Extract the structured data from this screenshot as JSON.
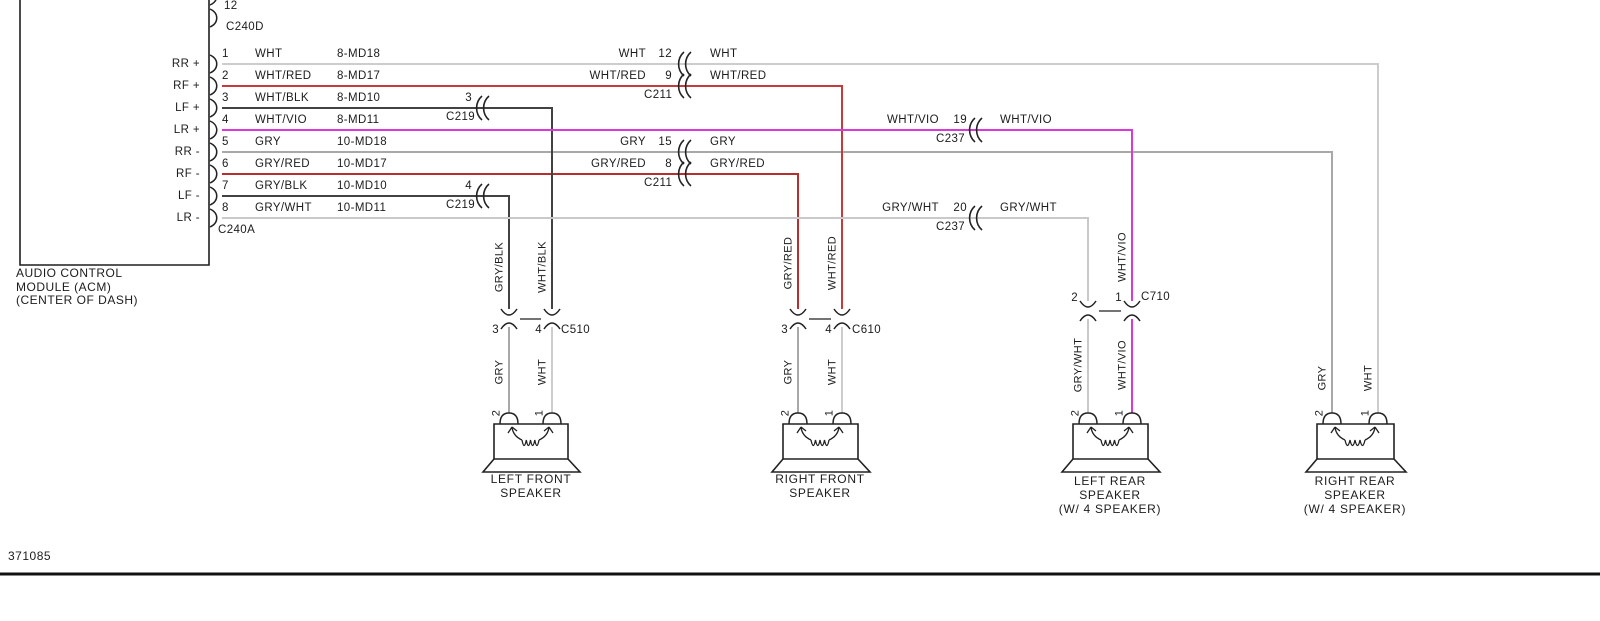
{
  "footer": {
    "code": "371085"
  },
  "wire_colors": {
    "wht": "#cdcdcd",
    "gry": "#a8a8a8",
    "wht_red": "#c53a3a",
    "gry_red": "#b62e2e",
    "wht_blk": "#424242",
    "gry_blk": "#424242",
    "wht_vio": "#d939d9",
    "gry_wht": "#c9c9c9",
    "outline": "#222222"
  },
  "acm": {
    "title": "AUDIO CONTROL\nMODULE (ACM)\n(CENTER OF DASH)",
    "top_pin": "12",
    "top_connector": "C240D",
    "bottom_connector": "C240A",
    "rows": [
      {
        "pin": "1",
        "signal": "RR +",
        "color": "WHT",
        "circuit": "8-MD18"
      },
      {
        "pin": "2",
        "signal": "RF +",
        "color": "WHT/RED",
        "circuit": "8-MD17"
      },
      {
        "pin": "3",
        "signal": "LF +",
        "color": "WHT/BLK",
        "circuit": "8-MD10"
      },
      {
        "pin": "4",
        "signal": "LR +",
        "color": "WHT/VIO",
        "circuit": "8-MD11"
      },
      {
        "pin": "5",
        "signal": "RR -",
        "color": "GRY",
        "circuit": "10-MD18"
      },
      {
        "pin": "6",
        "signal": "RF -",
        "color": "GRY/RED",
        "circuit": "10-MD17"
      },
      {
        "pin": "7",
        "signal": "LF -",
        "color": "GRY/BLK",
        "circuit": "10-MD10"
      },
      {
        "pin": "8",
        "signal": "LR -",
        "color": "GRY/WHT",
        "circuit": "10-MD11"
      }
    ]
  },
  "c211_top": {
    "name": "C211",
    "rows": [
      {
        "left": "WHT",
        "pin": "12",
        "right": "WHT"
      },
      {
        "left": "WHT/RED",
        "pin": "9",
        "right": "WHT/RED"
      }
    ]
  },
  "c211_bottom": {
    "name": "C211",
    "rows": [
      {
        "left": "GRY",
        "pin": "15",
        "right": "GRY"
      },
      {
        "left": "GRY/RED",
        "pin": "8",
        "right": "GRY/RED"
      }
    ]
  },
  "c237_top": {
    "name": "C237",
    "left": "WHT/VIO",
    "pin": "19",
    "right": "WHT/VIO"
  },
  "c237_bottom": {
    "name": "C237",
    "left": "GRY/WHT",
    "pin": "20",
    "right": "GRY/WHT"
  },
  "c219_top": {
    "name": "C219",
    "pin": "3"
  },
  "c219_bottom": {
    "name": "C219",
    "pin": "4"
  },
  "speakers": {
    "left_front": {
      "name_line1": "LEFT FRONT",
      "name_line2": "SPEAKER",
      "connector": "C510",
      "conn_pin_left": "3",
      "conn_pin_right": "4",
      "wire_above_left": "GRY/BLK",
      "wire_above_right": "WHT/BLK",
      "wire_below_left": "GRY",
      "wire_below_right": "WHT",
      "pin_left": "2",
      "pin_right": "1"
    },
    "right_front": {
      "name_line1": "RIGHT FRONT",
      "name_line2": "SPEAKER",
      "connector": "C610",
      "conn_pin_left": "3",
      "conn_pin_right": "4",
      "wire_above_left": "GRY/RED",
      "wire_above_right": "WHT/RED",
      "wire_below_left": "GRY",
      "wire_below_right": "WHT",
      "pin_left": "2",
      "pin_right": "1"
    },
    "left_rear": {
      "name_line1": "LEFT REAR",
      "name_line2": "SPEAKER",
      "name_line3": "(W/ 4 SPEAKER)",
      "connector": "C710",
      "conn_pin_left": "2",
      "conn_pin_right": "1",
      "wire_above_right": "WHT/VIO",
      "wire_below_left": "GRY/WHT",
      "wire_below_right": "WHT/VIO",
      "pin_left": "2",
      "pin_right": "1"
    },
    "right_rear": {
      "name_line1": "RIGHT REAR",
      "name_line2": "SPEAKER",
      "name_line3": "(W/ 4 SPEAKER)",
      "wire_below_left": "GRY",
      "wire_below_right": "WHT",
      "pin_left": "2",
      "pin_right": "1"
    }
  }
}
